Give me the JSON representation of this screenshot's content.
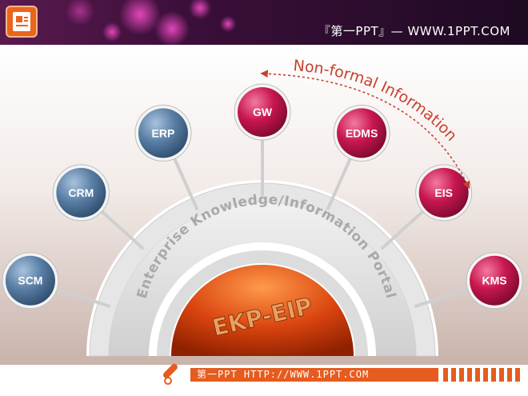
{
  "header": {
    "title": "『第一PPT』— WWW.1PPT.COM"
  },
  "arc": {
    "label": "Enterprise Knowledge/Information Portal",
    "center_label": "EKP-EIP"
  },
  "annotation": {
    "label": "Non-formal Information"
  },
  "nodes": [
    {
      "label": "SCM",
      "style": "blue"
    },
    {
      "label": "CRM",
      "style": "blue"
    },
    {
      "label": "ERP",
      "style": "blue"
    },
    {
      "label": "GW",
      "style": "red"
    },
    {
      "label": "EDMS",
      "style": "red"
    },
    {
      "label": "EIS",
      "style": "red"
    },
    {
      "label": "KMS",
      "style": "red"
    }
  ],
  "footer": {
    "text": "第一PPT HTTP://WWW.1PPT.COM"
  },
  "colors": {
    "header_bg": "#3a0f36",
    "accent_orange": "#e65b1e",
    "node_blue": "#4d6f92",
    "node_red": "#c0154a",
    "annotation_red": "#c8412f"
  },
  "icons": {
    "header_logo": "presentation-icon",
    "footer_logo": "pen-icon"
  }
}
